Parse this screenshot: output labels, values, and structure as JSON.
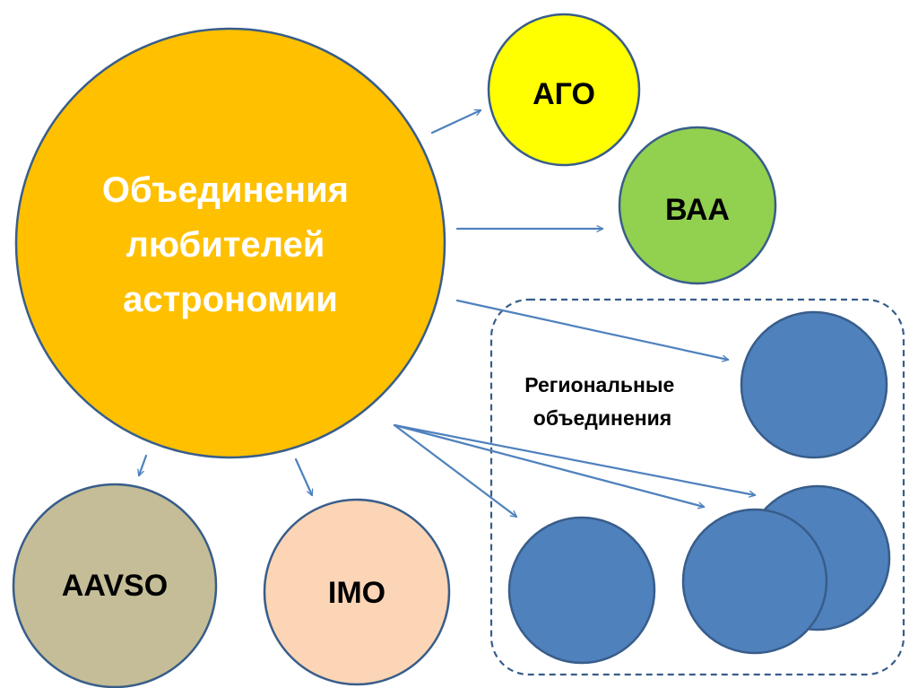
{
  "diagram": {
    "main": {
      "lines": [
        "Объединения",
        "любителей",
        "астрономии"
      ]
    },
    "ago": "АГО",
    "vaa": "ВАА",
    "aavso": "AAVSO",
    "imo": "IMO",
    "regional": {
      "lines": [
        "Региональные",
        "объединения"
      ]
    }
  },
  "colors": {
    "main_fill": "#FFC000",
    "ago_fill": "#FFFF00",
    "vaa_fill": "#92D050",
    "aavso_fill": "#C4BD97",
    "imo_fill": "#FBD5B5",
    "regional_fill": "#4F81BD",
    "outline": "#385D8A",
    "arrow": "#4F81BD",
    "dashed_border": "#385D8A",
    "main_text": "#FFFFFF",
    "text": "#000000"
  }
}
